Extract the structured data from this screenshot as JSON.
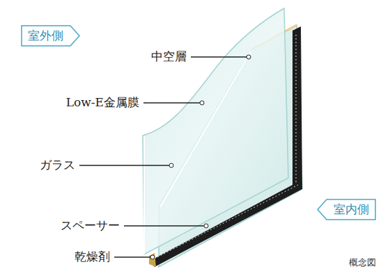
{
  "diagram": {
    "nodes": [
      {
        "text": [
          "室外側"
        ]
      },
      {
        "text": [
          "室内側"
        ]
      }
    ],
    "labels": [
      "中空層",
      "Low-E金属膜",
      "ガラス",
      "スペーサー",
      "乾燥剤",
      "概念図"
    ]
  }
}
